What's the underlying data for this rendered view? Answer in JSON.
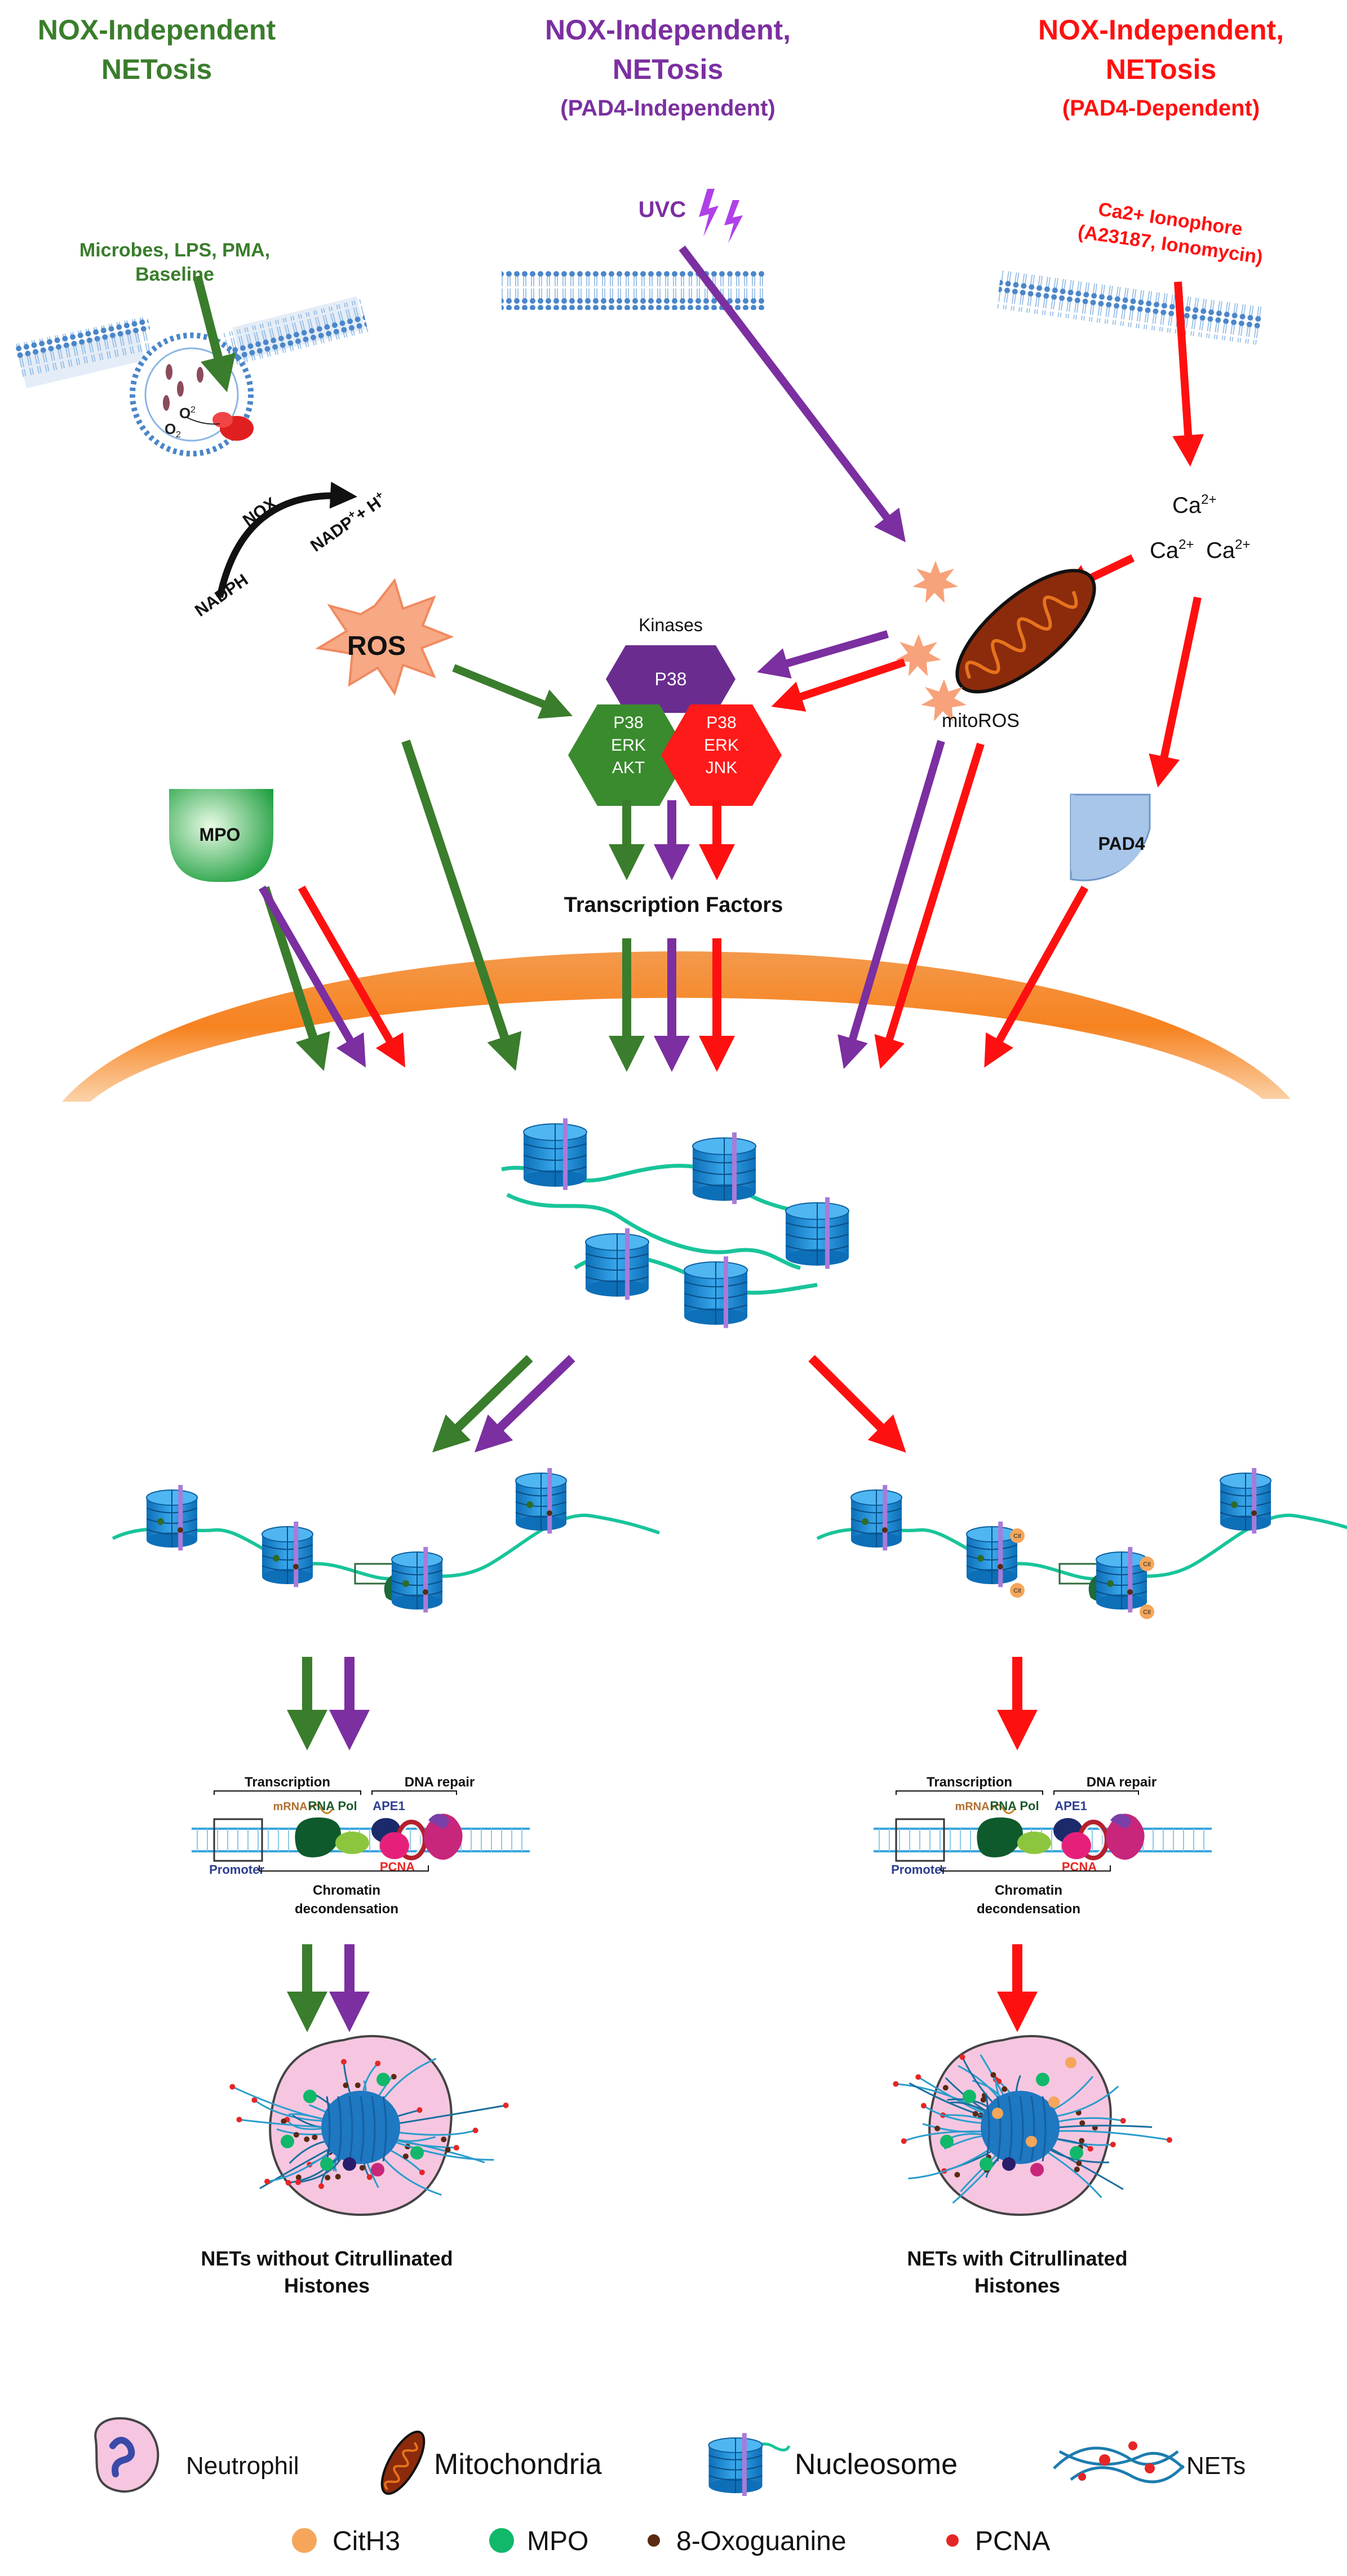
{
  "colors": {
    "green": "#3a7d2c",
    "purple": "#7b2fa0",
    "red": "#ff1010",
    "orange": "#f7923a",
    "nucleosome_blue": "#1e90d6",
    "histone_purple": "#a97bd9",
    "dna_green": "#19c49a",
    "neutrophil_pink": "#f6c6e0"
  },
  "headers": {
    "left": {
      "line1": "NOX-Independent",
      "line2": "NETosis"
    },
    "middle": {
      "line1": "NOX-Independent,",
      "line2": "NETosis",
      "line3": "(PAD4-Independent)"
    },
    "right": {
      "line1": "NOX-Independent,",
      "line2": "NETosis",
      "line3": "(PAD4-Dependent)"
    }
  },
  "stimuli": {
    "left": [
      "Microbes, LPS, PMA,",
      "Baseline"
    ],
    "middle": "UVC",
    "right": [
      "Ca2+ Ionophore",
      "(A23187, Ionomycin)"
    ]
  },
  "labels": {
    "o2_top": "O",
    "o2_bottom": "O",
    "nox": "NOX",
    "nadph": "NADPH",
    "nadp": "NADP",
    "nadp_sup": "+",
    "h": "+ H",
    "h_sup": "+",
    "ca": "Ca",
    "ca_sup": "2+",
    "ros": "ROS",
    "kinases": "Kinases",
    "p38": "P38",
    "green_hex": [
      "P38",
      "ERK",
      "AKT"
    ],
    "red_hex": [
      "P38",
      "ERK",
      "JNK"
    ],
    "mitoros": "mitoROS",
    "mpo": "MPO",
    "pad4": "PAD4",
    "transcription_factors": "Transcription Factors",
    "transcription": "Transcription",
    "dna_repair": "DNA repair",
    "mrna": "mRNA",
    "rna_pol": "RNA Pol",
    "ape1": "APE1",
    "pcna": "PCNA",
    "promoter": "Promoter",
    "chromatin": "Chromatin",
    "decondensation": "decondensation",
    "cit": "Cit"
  },
  "outcomes": {
    "left": [
      "NETs without Citrullinated",
      "Histones"
    ],
    "right": [
      "NETs with Citrullinated",
      "Histones"
    ]
  },
  "legend": {
    "row1": [
      "Neutrophil",
      "Mitochondria",
      "Nucleosome",
      "NETs"
    ],
    "row2": [
      "CitH3",
      "MPO",
      "8-Oxoguanine",
      "PCNA"
    ]
  }
}
